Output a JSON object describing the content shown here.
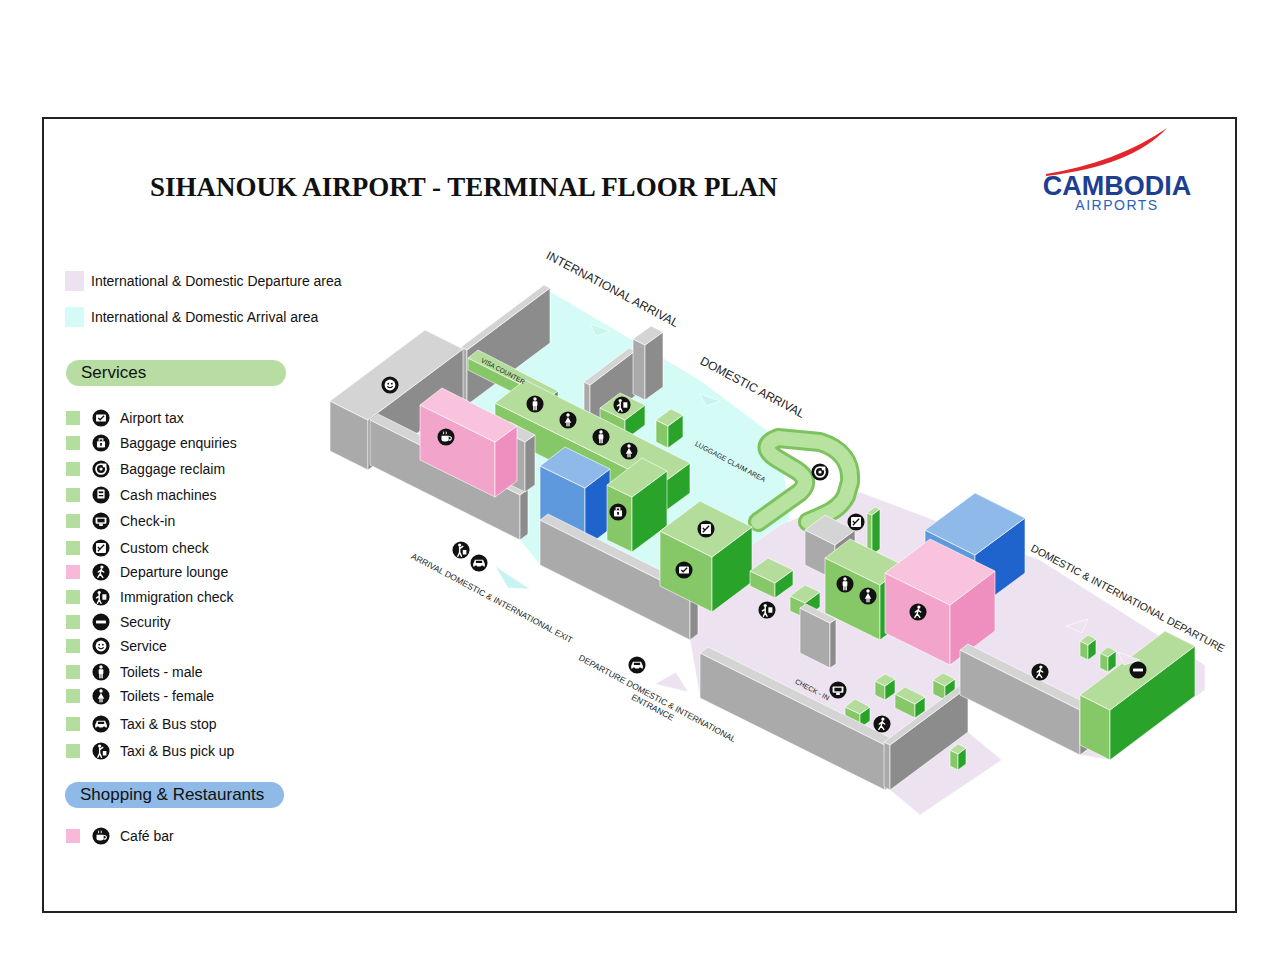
{
  "diagram": {
    "title": "SIHANOUK AIRPORT - TERMINAL FLOOR PLAN",
    "nodes": [
      {
        "text": [
          "Services"
        ]
      },
      {
        "text": [
          "Shopping & Restaurants"
        ]
      }
    ],
    "labels": [
      "CAMBODIA",
      "AIRPORTS",
      "INTERNATIONAL ARRIVAL",
      "DOMESTIC ARRIVAL",
      "VISA COUNTER",
      "LUGGAGE CLAIM AREA",
      "ARRIVAL DOMESTIC & INTERNATIONAL EXIT",
      "DEPARTURE DOMESTIC & INTERNATIONAL ENTRANCE",
      "CHECK - IN",
      "DOMESTIC & INTERNATIONAL DEPARTURE"
    ],
    "legend": [
      {
        "text": "International & Domestic Departure area",
        "color": "#ece2f0"
      },
      {
        "text": "International & Domestic Arrival area",
        "color": "#d5fbf7"
      },
      {
        "text": "Airport tax",
        "color": "#b4dea0"
      },
      {
        "text": "Baggage enquiries",
        "color": "#b4dea0"
      },
      {
        "text": "Baggage reclaim",
        "color": "#b4dea0"
      },
      {
        "text": "Cash machines",
        "color": "#b4dea0"
      },
      {
        "text": "Check-in",
        "color": "#b4dea0"
      },
      {
        "text": "Custom check",
        "color": "#b4dea0"
      },
      {
        "text": "Departure lounge",
        "color": "#f8b9d8"
      },
      {
        "text": "Immigration check",
        "color": "#b4dea0"
      },
      {
        "text": "Security",
        "color": "#b4dea0"
      },
      {
        "text": "Service",
        "color": "#b4dea0"
      },
      {
        "text": "Toilets - male",
        "color": "#b4dea0"
      },
      {
        "text": "Toilets - female",
        "color": "#b4dea0"
      },
      {
        "text": "Taxi & Bus stop",
        "color": "#b4dea0"
      },
      {
        "text": "Taxi & Bus pick up",
        "color": "#b4dea0"
      },
      {
        "text": "Café bar",
        "color": "#f8b9d8"
      }
    ]
  }
}
